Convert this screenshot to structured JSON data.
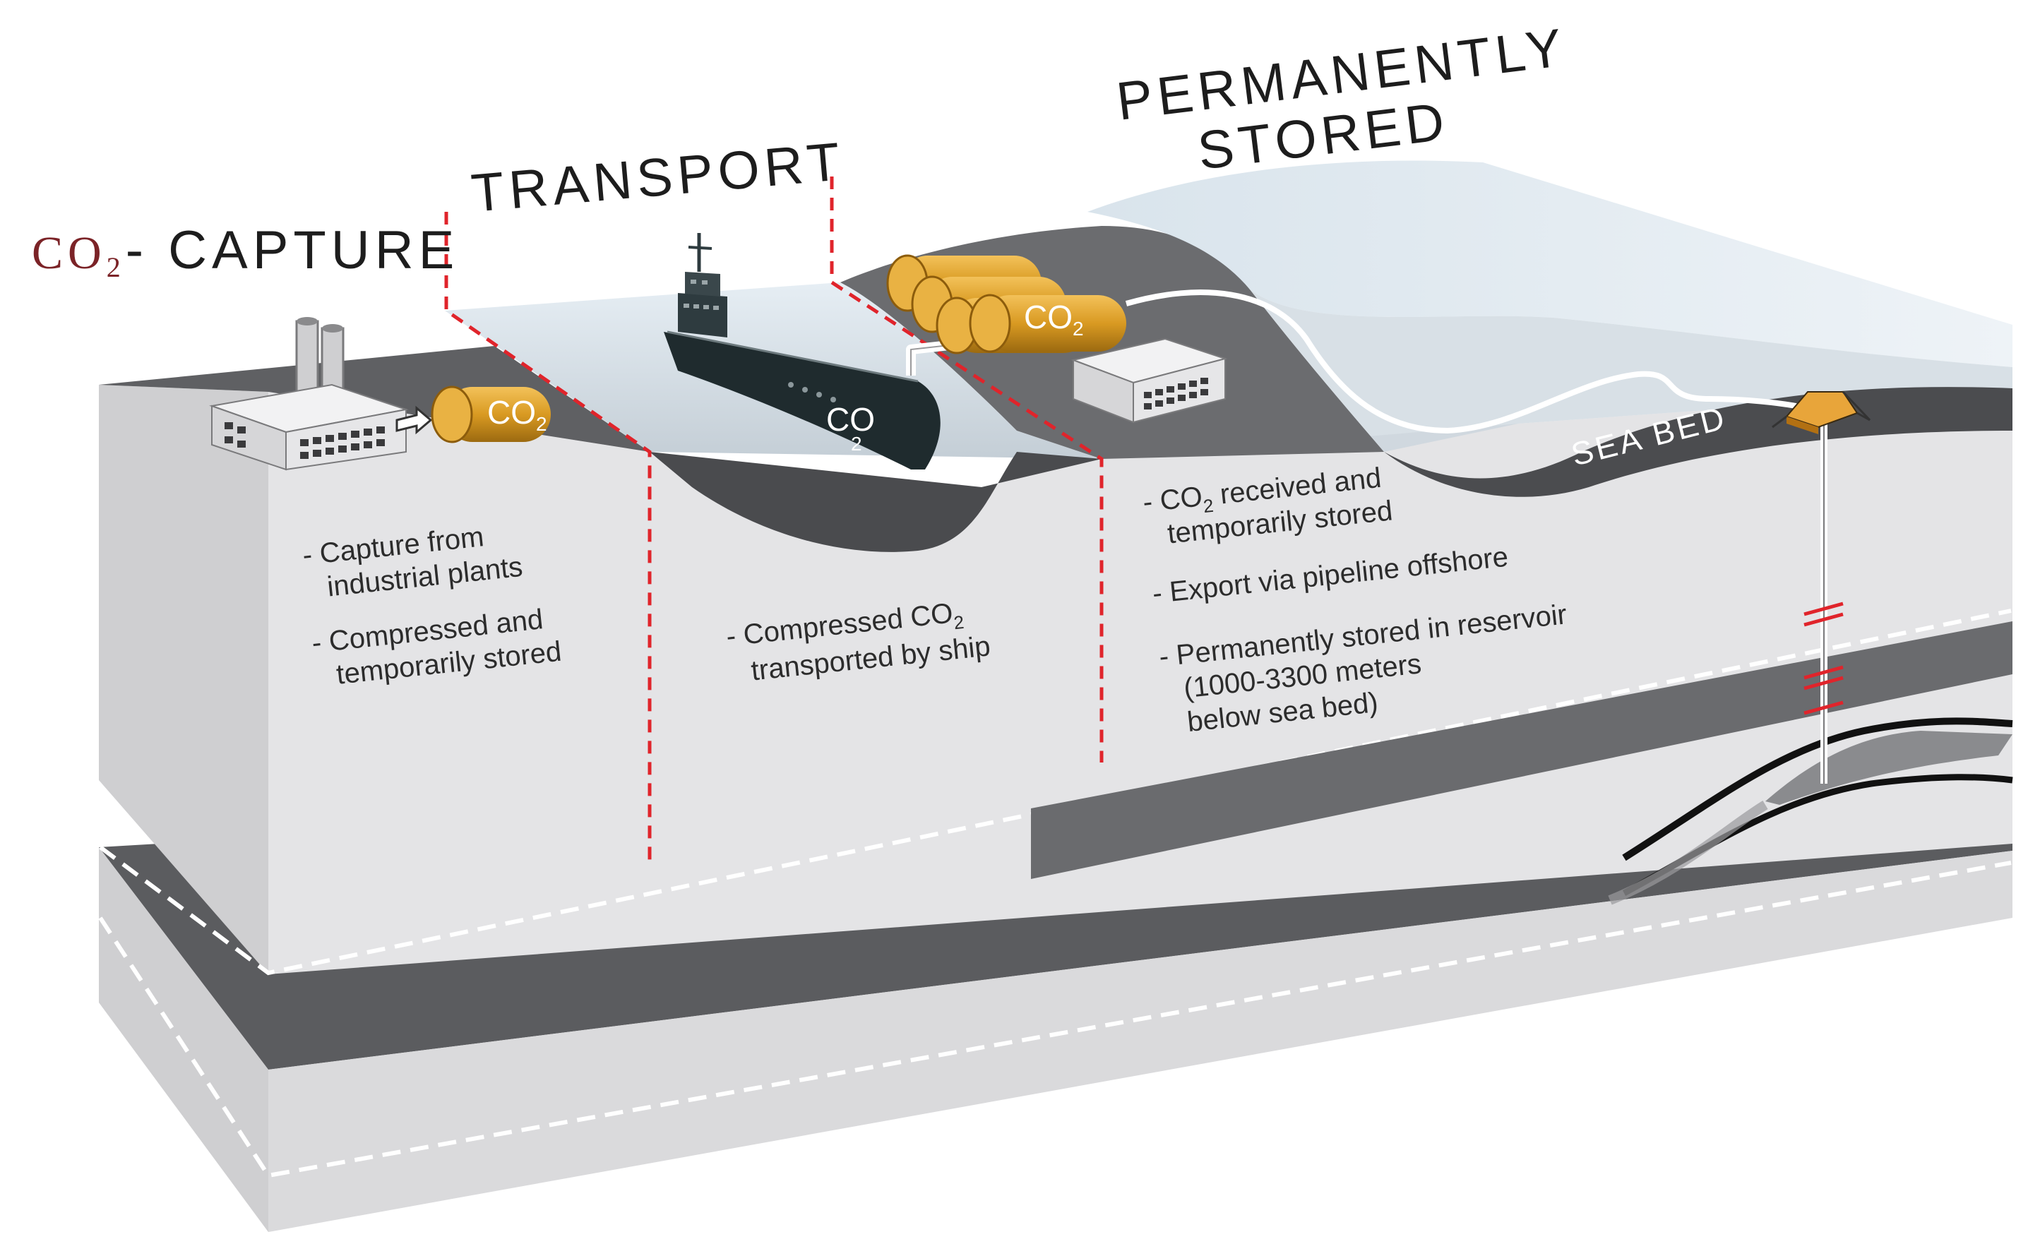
{
  "titles": {
    "co2_prefix": "CO",
    "co2_sub": "2",
    "capture": "- CAPTURE",
    "transport": "TRANSPORT",
    "permanently": "PERMANENTLY",
    "stored": "STORED"
  },
  "labels": {
    "tank_co": "CO",
    "tank_sub": "2",
    "ship_co": "CO",
    "ship_sub": "2",
    "sea_bed": "SEA BED"
  },
  "notes": {
    "capture": {
      "item1_line1": "- Capture from",
      "item1_line2": "industrial plants",
      "item2_line1": "- Compressed and",
      "item2_line2": "temporarily stored"
    },
    "transport": {
      "line1_text": "- Compressed CO",
      "line1_sub": "2",
      "line2": "transported by ship"
    },
    "storage": {
      "item1_prefix": "- CO",
      "item1_sub": "2",
      "item1_rest": " received and",
      "item1_line2": "temporarily stored",
      "item2": "- Export via pipeline offshore",
      "item3_line1": "- Permanently stored in reservoir",
      "item3_line2": "(1000-3300 meters",
      "item3_line3": "below sea bed)"
    }
  },
  "colors": {
    "co2_accent": "#7b2327",
    "divider_red": "#e0242b",
    "tank_orange": "#d9a12a",
    "ship_dark": "#1f2b2e",
    "ground_dark": "#5f6063",
    "block_light": "#e6e6e7",
    "water": "#dfe8ee"
  }
}
